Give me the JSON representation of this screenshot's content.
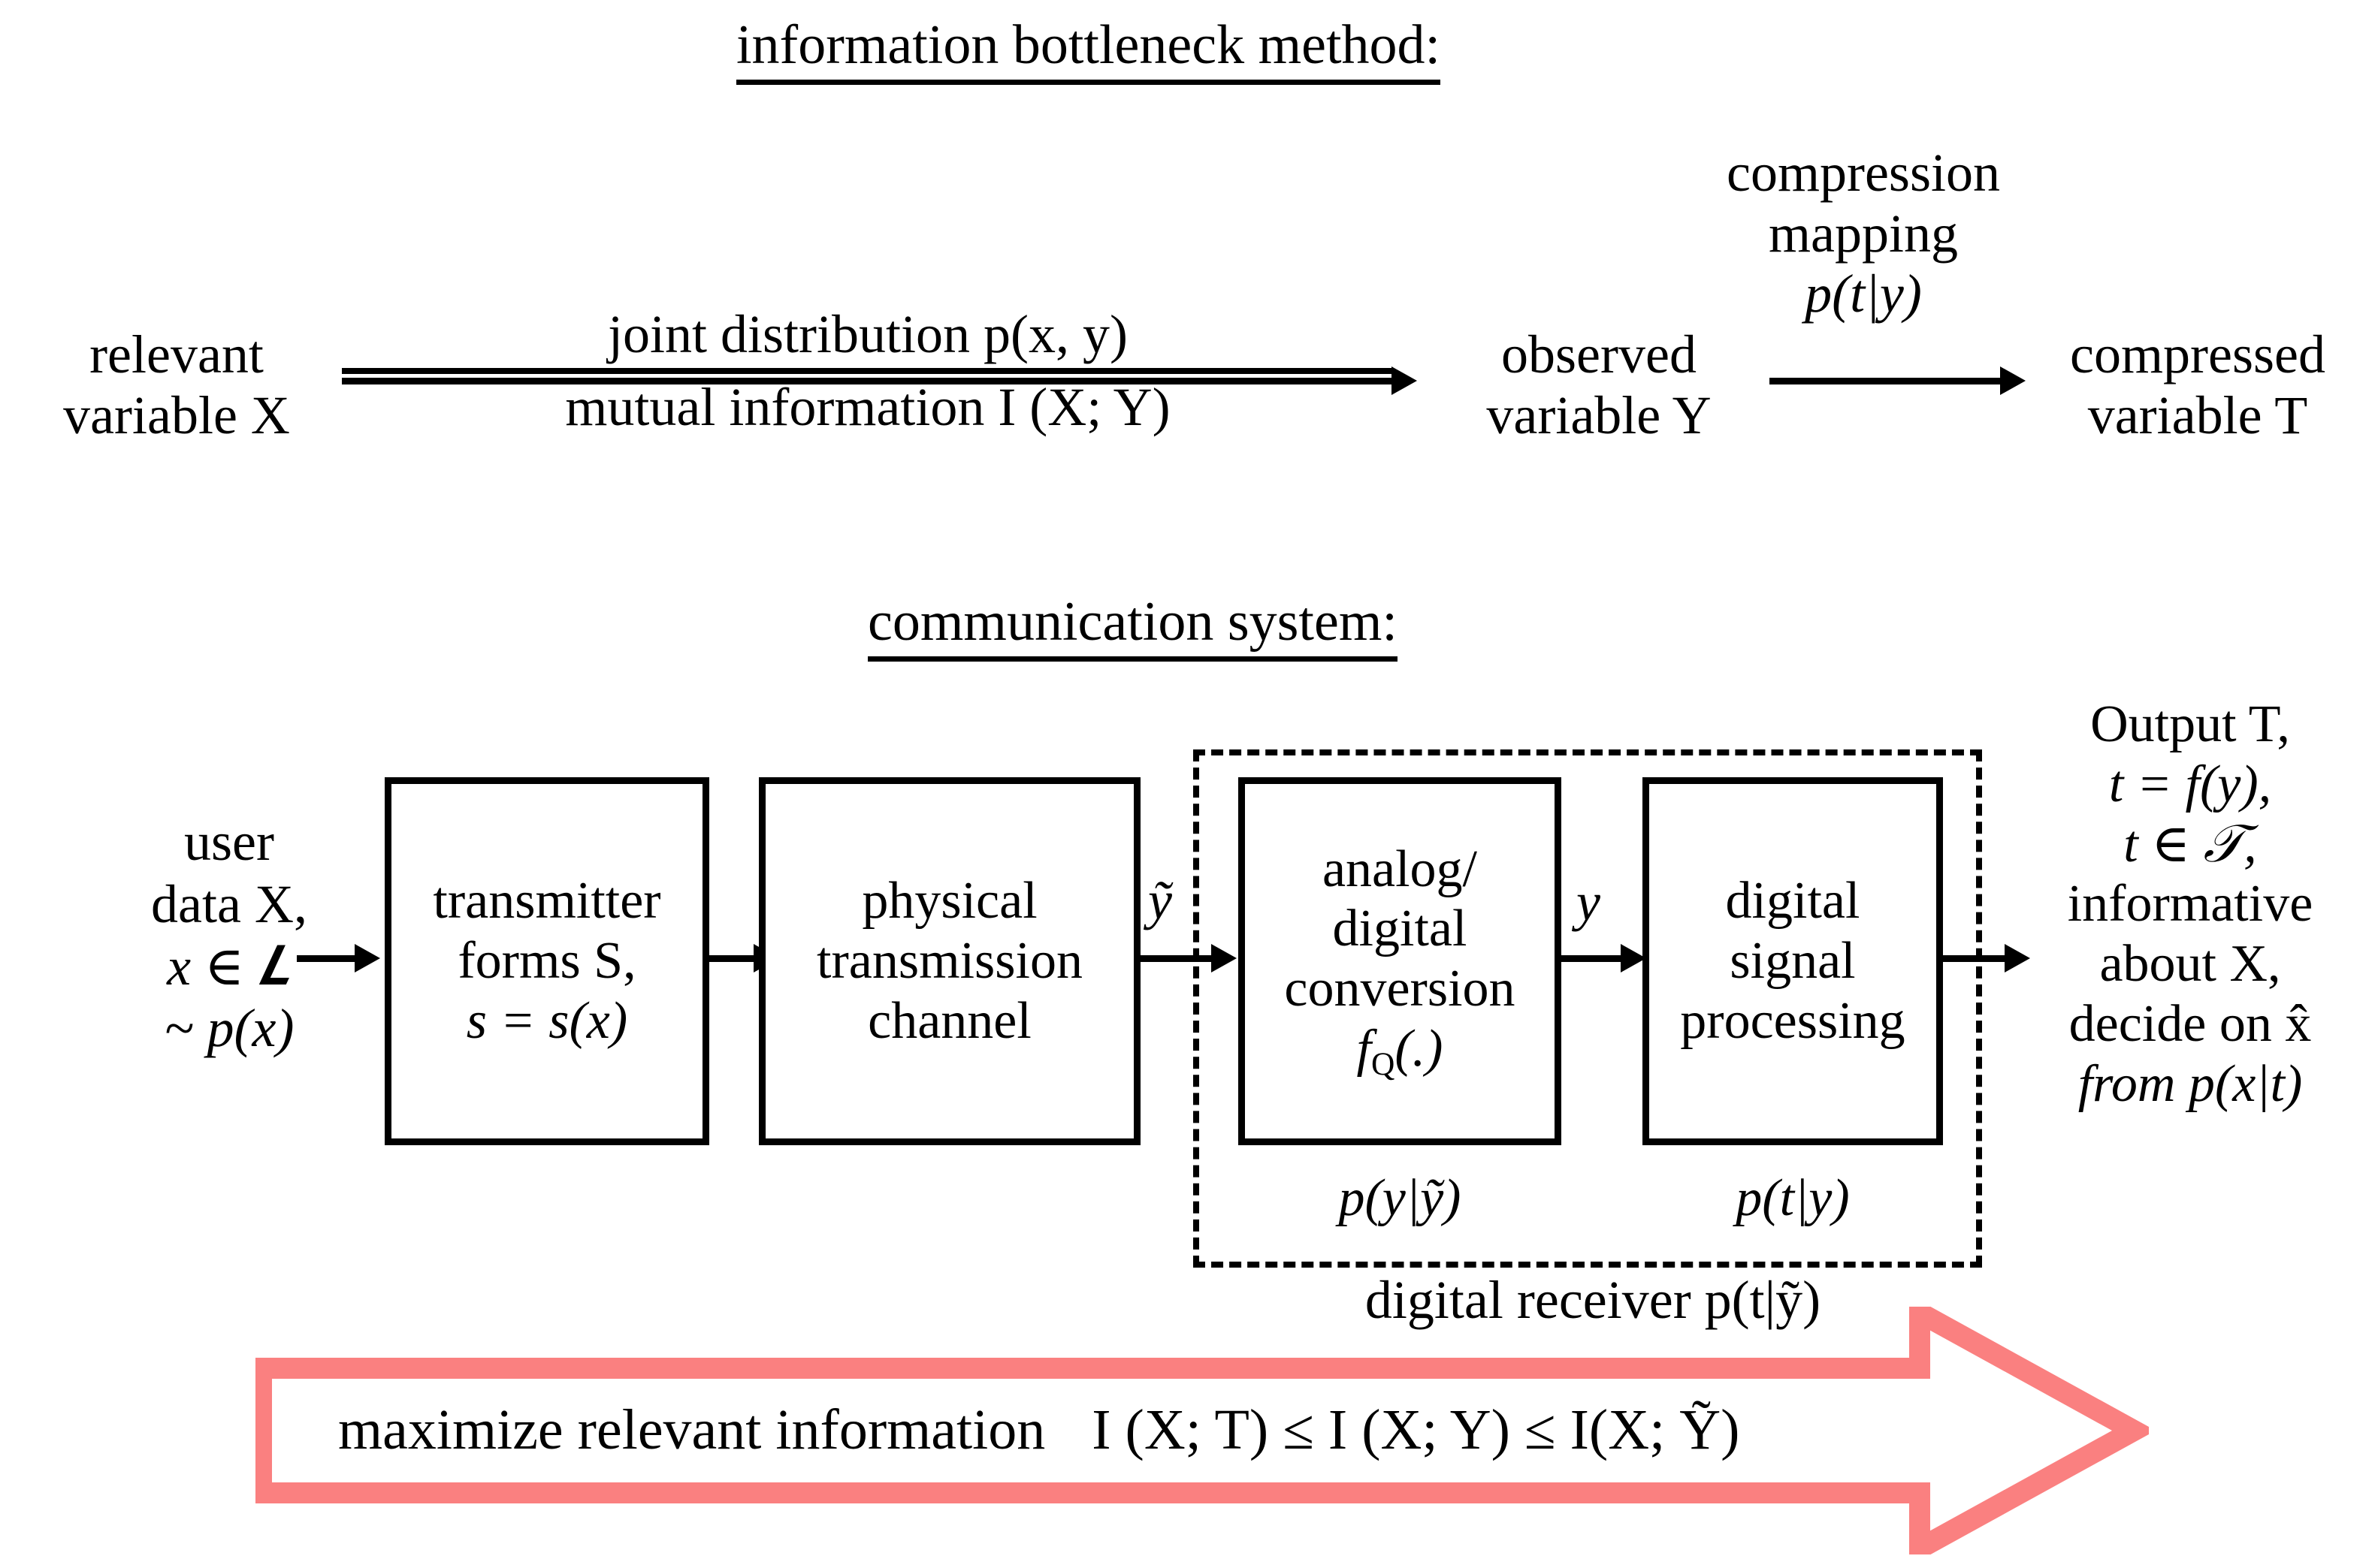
{
  "figure": {
    "colors": {
      "ink": "#000000",
      "banner": "#FA8080",
      "background": "#ffffff"
    }
  },
  "section_ib": {
    "title": "information bottleneck method:",
    "left_label": {
      "line1": "relevant",
      "line2": "variable X"
    },
    "arrow1_label": {
      "numerator": "joint distribution p(x, y)",
      "denominator": "mutual information I (X; Y)"
    },
    "middle_label": {
      "line1": "observed",
      "line2": "variable Y"
    },
    "arrow2_label": {
      "line1": "compression",
      "line2": "mapping",
      "line3": "p(t|y)"
    },
    "right_label": {
      "line1": "compressed",
      "line2": "variable T"
    }
  },
  "section_comm": {
    "title": "communication system:",
    "input_label": {
      "line1": "user",
      "line2": "data X,",
      "line3": "x ∈ 𝑳",
      "line4": "~ p(x)"
    },
    "boxes": [
      {
        "id": "transmitter",
        "line1": "transmitter",
        "line2": "forms S,",
        "line3": "s = s(x)"
      },
      {
        "id": "channel",
        "line1": "physical",
        "line2": "transmission",
        "line3": "channel"
      },
      {
        "id": "adc",
        "line1": "analog/",
        "line2": "digital",
        "line3": "conversion",
        "line4": "f_Q(.)"
      },
      {
        "id": "dsp",
        "line1": "digital",
        "line2": "signal",
        "line3": "processing"
      }
    ],
    "signal_labels": {
      "after_channel": "ỹ",
      "after_adc": "y"
    },
    "receiver_group": {
      "adc_prob": "p(y|ỹ)",
      "dsp_prob": "p(t|y)",
      "caption": "digital receiver p(t|ỹ)"
    },
    "output_label": {
      "line1": "Output T,",
      "line2": "t = f(y),",
      "line3": "t ∈ 𝒯,",
      "line4": "informative",
      "line5": "about X,",
      "line6": "decide on x̂",
      "line7": "from p(x|t)"
    }
  },
  "banner": {
    "text_prefix": "maximize relevant information",
    "inequality": "I (X; T) ≤ I (X; Y) ≤ I(X; Ỹ)"
  }
}
